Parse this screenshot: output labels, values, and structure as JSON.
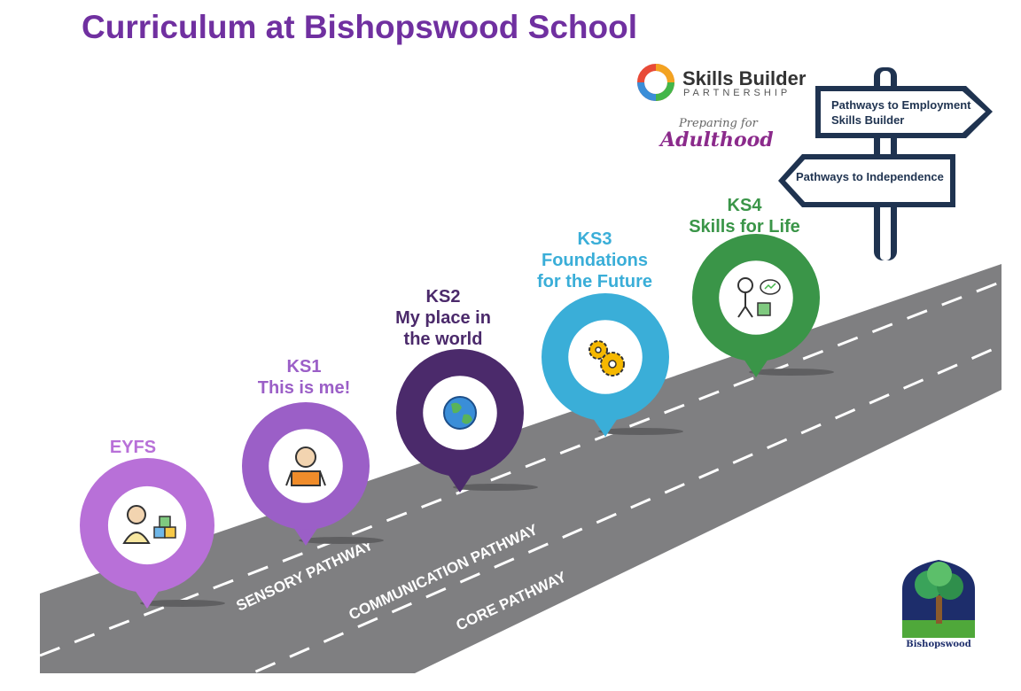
{
  "title": "Curriculum at Bishopswood School",
  "stages": [
    {
      "label": "EYFS",
      "color": "#b870d8",
      "icon": "baby-with-blocks-icon"
    },
    {
      "label": "KS1\nThis is me!",
      "color": "#9b5fc7",
      "icon": "person-reading-icon"
    },
    {
      "label": "KS2\nMy place in\nthe world",
      "color": "#4b2a6b",
      "icon": "globe-icon"
    },
    {
      "label": "KS3\nFoundations\nfor the Future",
      "color": "#3aaed8",
      "icon": "gears-icon"
    },
    {
      "label": "KS4\nSkills for Life",
      "color": "#3a9548",
      "icon": "person-working-icon"
    }
  ],
  "pathways": [
    "SENSORY PATHWAY",
    "COMMUNICATION PATHWAY",
    "CORE PATHWAY"
  ],
  "signpost": {
    "top": "Pathways to Employment\nSkills Builder",
    "bottom": "Pathways to Independence"
  },
  "skills_builder": {
    "name": "Skills Builder",
    "sub": "PARTNERSHIP"
  },
  "adulthood": {
    "pre": "Preparing for",
    "main": "Adulthood"
  },
  "school_logo": "Bishopswood"
}
